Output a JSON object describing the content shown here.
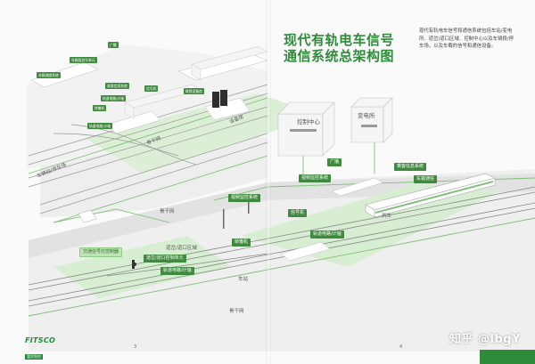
{
  "title": {
    "line1": "现代有轨电车信号",
    "line2": "通信系统总架构图"
  },
  "description": "现代有轨电车信号和通信系统包括车站/变电所、道岔/道口区域、控制中心以及车辆段/停车场，以及车载的信号和通信设备。",
  "buildings": {
    "control_center": "控制中心",
    "substation": "变电所",
    "equipment_room": "设备房"
  },
  "tags_upper": {
    "broadcast": "广播",
    "broadcast_sys": "车辆调度系统",
    "depot_unit": "车辆段信号单元",
    "passenger_info": "乘客信息系统",
    "signal_machine": "信号机",
    "interlock_room": "联锁设备房",
    "axle_counter": "轨道电路/计轴",
    "turnout_machine": "转辙机",
    "track_axle": "轨道电路/计轴"
  },
  "tags_right": {
    "broadcast": "广播",
    "passenger_info": "乘客信息系统",
    "video_monitor": "视频监控系统",
    "onboard_comm": "车载通信"
  },
  "tags_middle": {
    "video_monitor": "视频监控系统",
    "signal_machine": "信号机",
    "track_axle": "轨道电路/计轴",
    "turnout_machine": "转辙机"
  },
  "tags_lower": {
    "traffic_signal": "交通信号灯控制器",
    "turnout_control": "道岔/道口控制单元",
    "track_axle": "轨道电路/计轴"
  },
  "labels": {
    "backbone_upper": "骨干网",
    "depot_area": "车辆段/停车场",
    "backbone_mid": "骨干网",
    "turnout_area": "道岔/道口区域",
    "train": "列车",
    "station": "车站",
    "backbone_lower": "骨干网"
  },
  "page_numbers": {
    "left": "3",
    "right": "4"
  },
  "logo": {
    "mark": "FITSCO",
    "sub": "富欣智控"
  },
  "watermark": "知乎 @lbgY",
  "colors": {
    "accent": "#3f8a3f",
    "title": "#2e8b3a",
    "light_zone": "#d8eed2"
  }
}
